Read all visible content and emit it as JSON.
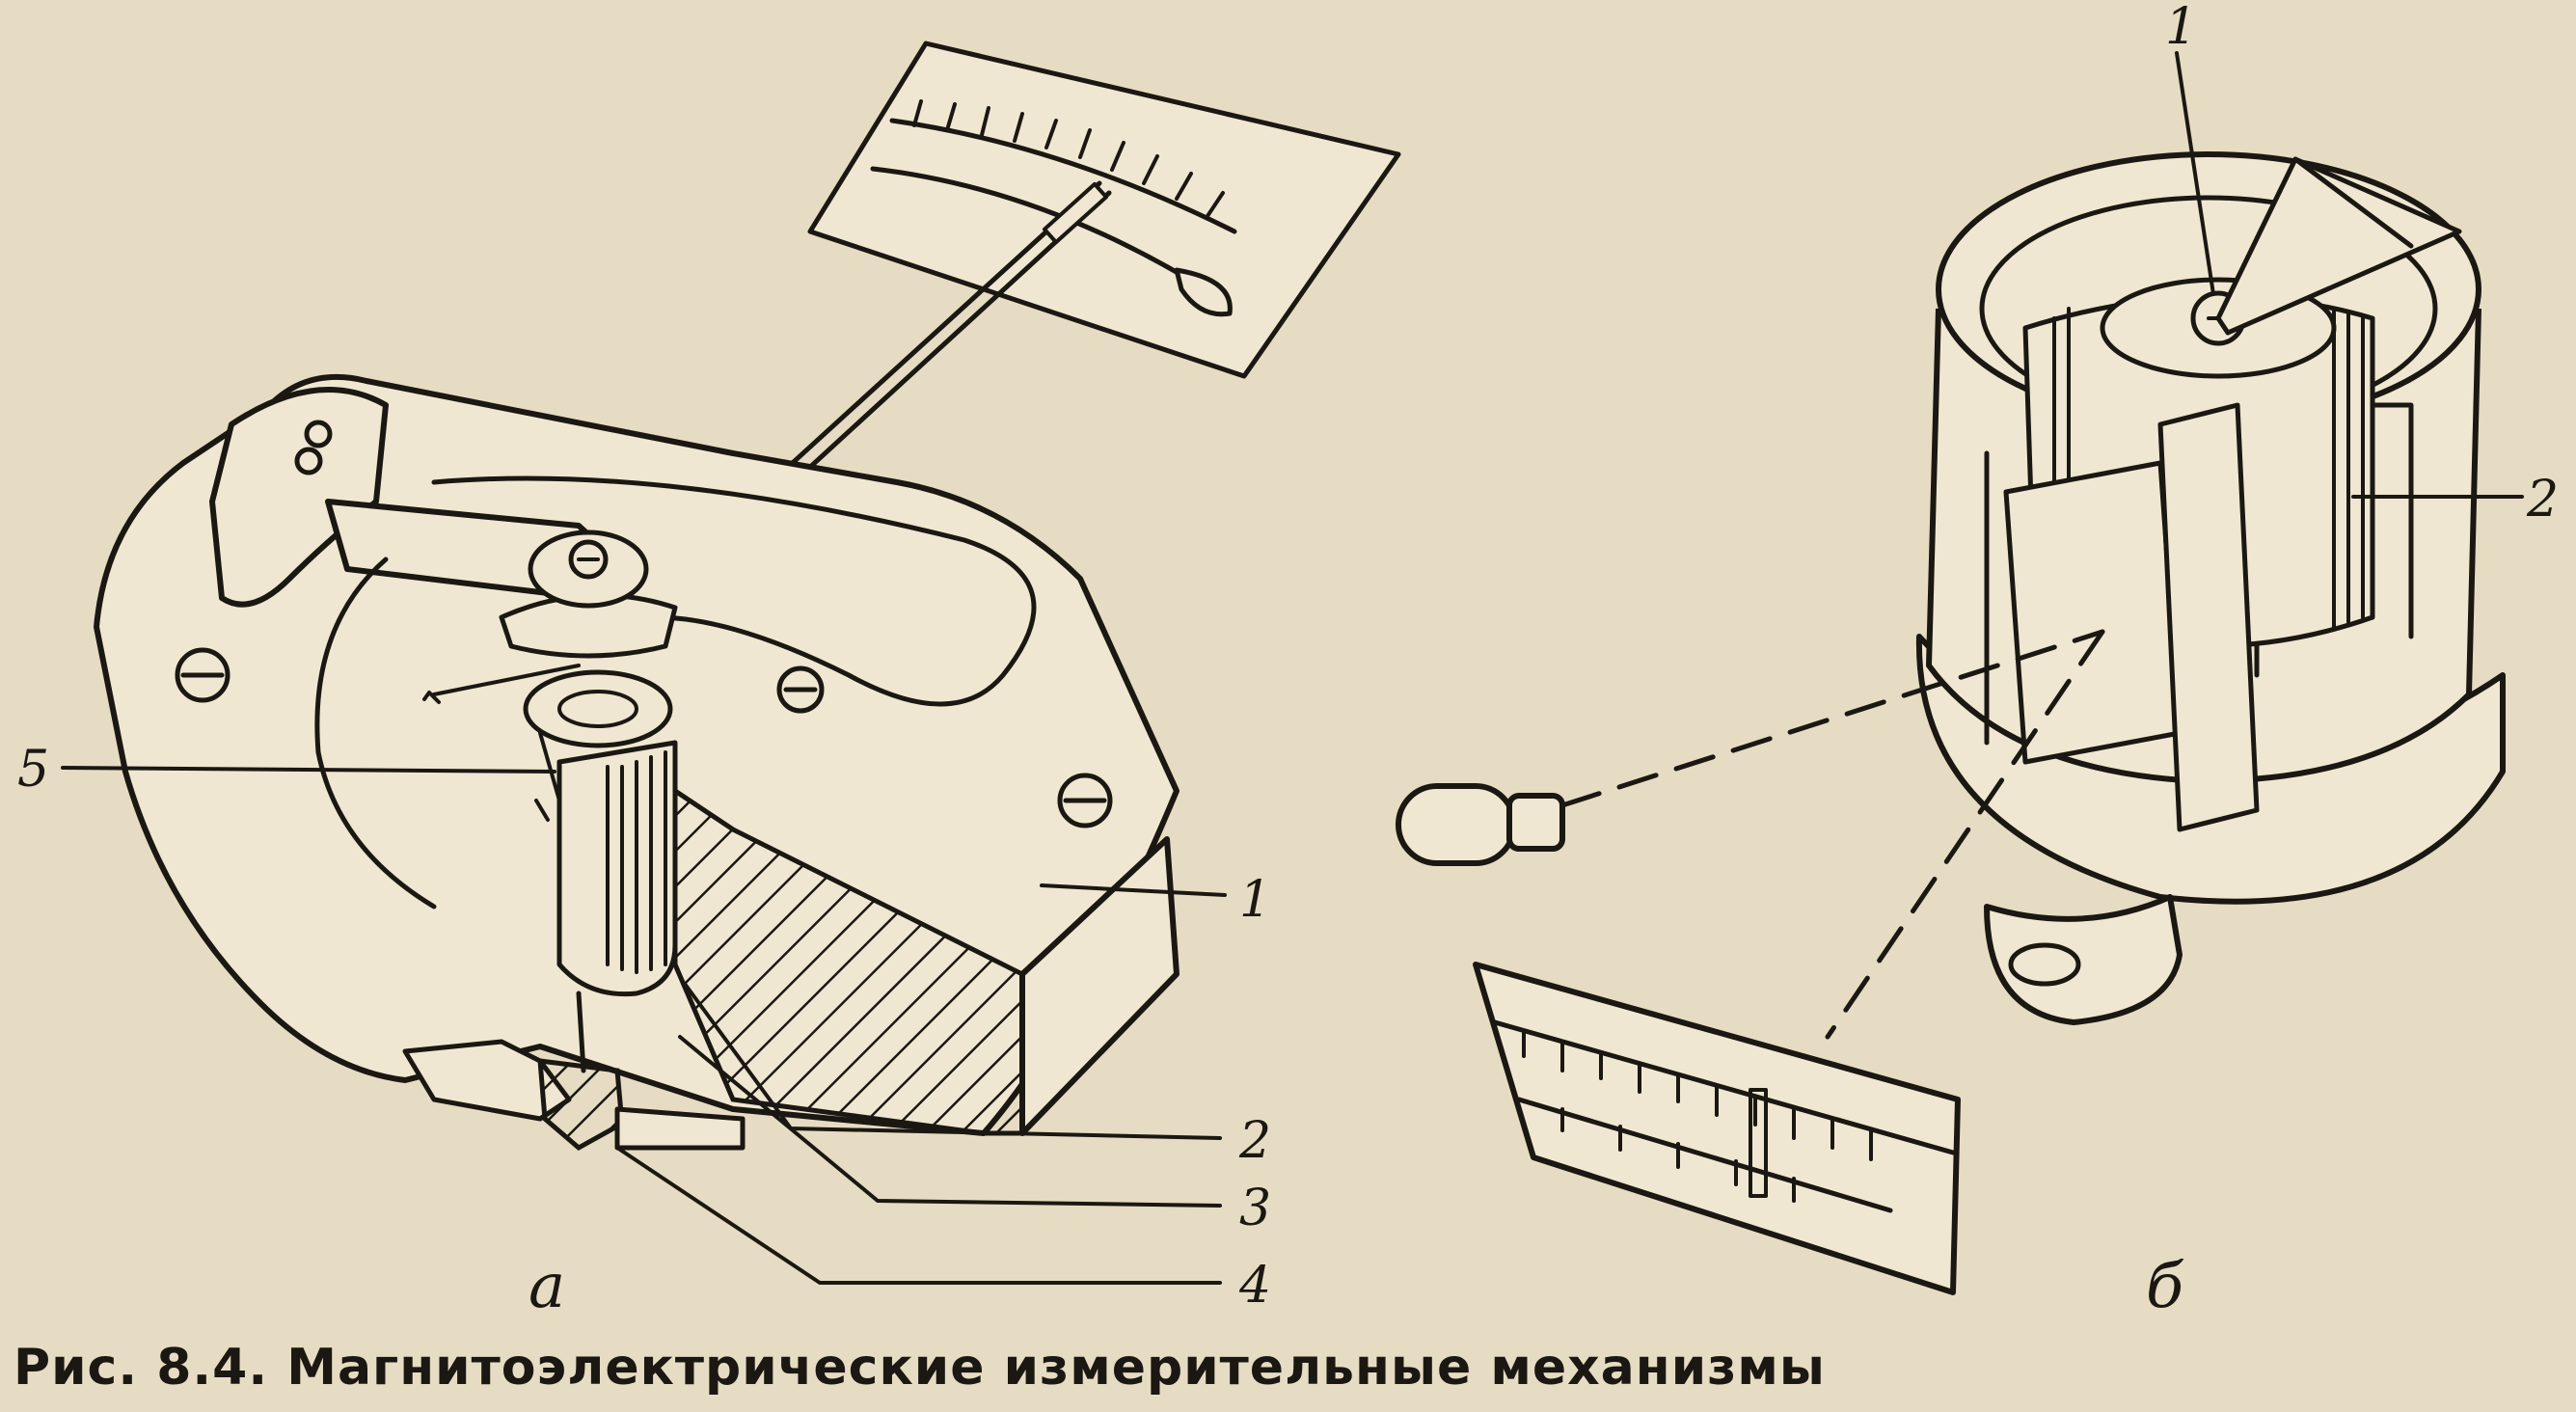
{
  "figure": {
    "caption": "Рис. 8.4. Магнитоэлектрические измерительные механизмы",
    "panels": [
      {
        "label": "а",
        "callouts": [
          "1",
          "2",
          "3",
          "4",
          "5"
        ]
      },
      {
        "label": "б",
        "callouts": [
          "1",
          "2"
        ]
      }
    ]
  },
  "colors": {
    "paper": "#e6dcc3",
    "ink": "#1b1712"
  }
}
